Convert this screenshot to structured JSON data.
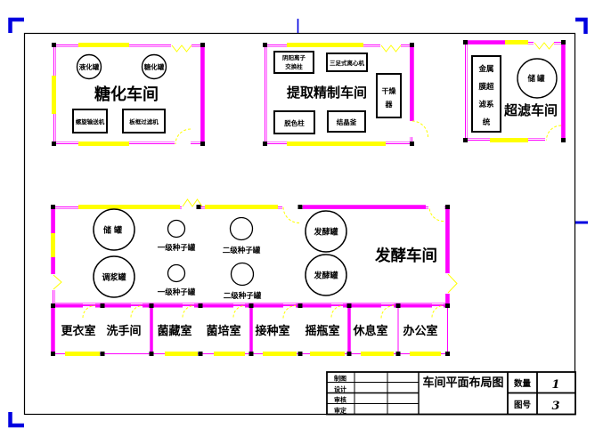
{
  "sheet": {
    "title": "车间平面布局图",
    "qty_label": "数量",
    "qty_value": "1",
    "no_label": "图号",
    "no_value": "3",
    "sign_rows": [
      "制图",
      "设计",
      "审核",
      "审定"
    ]
  },
  "workshops": {
    "saccharify": {
      "name": "糖化车间",
      "tank1": "液化罐",
      "tank2": "糖化罐",
      "eq1": "螺旋输送机",
      "eq2": "板框过滤机"
    },
    "extract": {
      "name": "提取精制车间",
      "ion1": "阴阳离子",
      "ion2": "交换柱",
      "centrifuge": "三足式离心机",
      "dry1": "干燥",
      "dry2": "器",
      "decolor": "脱色柱",
      "crystal": "结晶釜"
    },
    "ultra": {
      "name": "超滤车间",
      "sys1": "金属",
      "sys2": "膜超",
      "sys3": "滤系",
      "sys4": "统",
      "tank": "储罐"
    },
    "ferment": {
      "name": "发酵车间",
      "storage": "储罐",
      "slurry": "调浆罐",
      "seed1": "一级种子罐",
      "seed2": "二级种子罐",
      "fermenter": "发酵罐"
    }
  },
  "rooms": [
    "更衣室",
    "洗手间",
    "菌藏室",
    "菌培室",
    "接种室",
    "摇瓶室",
    "休息室",
    "办公室"
  ],
  "colors": {
    "wall": "#FF00FF",
    "window": "#FFFF00",
    "frame": "#000000",
    "fold": "#0000E0"
  }
}
